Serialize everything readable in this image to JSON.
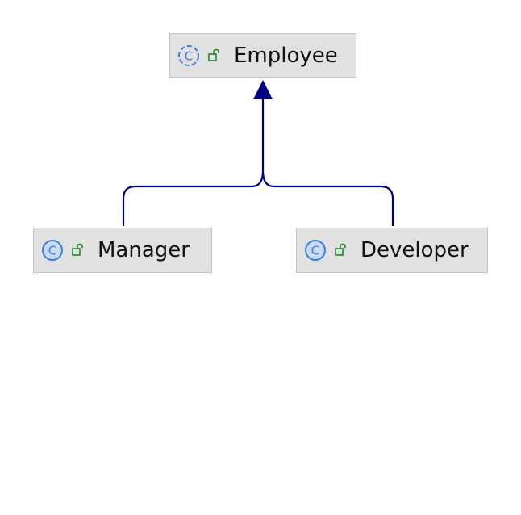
{
  "diagram": {
    "type": "class-hierarchy",
    "relationship": "inheritance",
    "edge_color": "#000080",
    "node_fill": "#e1e1e1",
    "nodes": {
      "employee": {
        "label": "Employee",
        "class_icon": "class-c-icon",
        "access_icon": "public-unlock-icon",
        "class_icon_style": "abstract-dashed"
      },
      "manager": {
        "label": "Manager",
        "class_icon": "class-c-icon",
        "access_icon": "public-unlock-icon"
      },
      "developer": {
        "label": "Developer",
        "class_icon": "class-c-icon",
        "access_icon": "public-unlock-icon"
      }
    },
    "edges": [
      {
        "from": "manager",
        "to": "employee"
      },
      {
        "from": "developer",
        "to": "employee"
      }
    ]
  }
}
